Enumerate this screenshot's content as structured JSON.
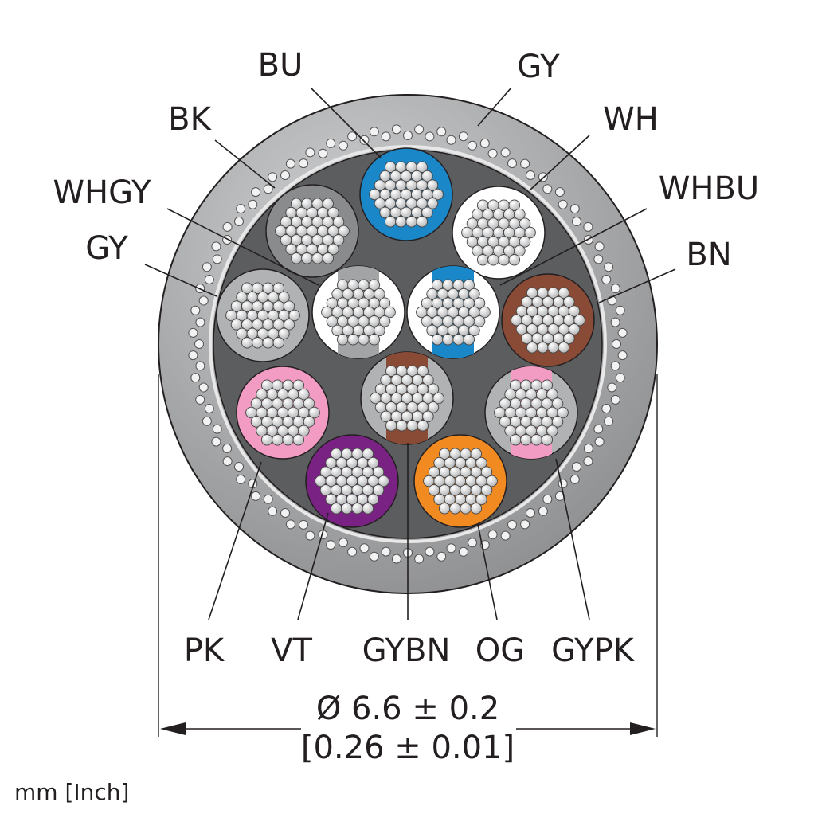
{
  "diagram": {
    "sheath_color_label": "GY",
    "cores": [
      {
        "id": "bu",
        "label": "BU",
        "fill": "#1a87c9",
        "stripe": null
      },
      {
        "id": "wh",
        "label": "WH",
        "fill": "#ffffff",
        "stripe": null
      },
      {
        "id": "whbu",
        "label": "WHBU",
        "fill": "#ffffff",
        "stripe": "#1a87c9"
      },
      {
        "id": "bn",
        "label": "BN",
        "fill": "#8a4b36",
        "stripe": null
      },
      {
        "id": "bk",
        "label": "BK",
        "fill": "#8a8b8d",
        "stripe": null
      },
      {
        "id": "whgy",
        "label": "WHGY",
        "fill": "#ffffff",
        "stripe": "#a3a4a6"
      },
      {
        "id": "gy",
        "label": "GY",
        "fill": "#b1b2b4",
        "stripe": null
      },
      {
        "id": "pk",
        "label": "PK",
        "fill": "#f29cc4",
        "stripe": null
      },
      {
        "id": "vt",
        "label": "VT",
        "fill": "#7a2283",
        "stripe": null
      },
      {
        "id": "gybn",
        "label": "GYBN",
        "fill": "#b1b2b4",
        "stripe": "#8a4b36"
      },
      {
        "id": "og",
        "label": "OG",
        "fill": "#f08a21",
        "stripe": null
      },
      {
        "id": "gypk",
        "label": "GYPK",
        "fill": "#b1b2b4",
        "stripe": "#f29cc4"
      }
    ],
    "colors": {
      "jacket": "#a7a8aa",
      "filler": "#5c5d5f",
      "strand": "#ffffff",
      "text": "#231f20"
    },
    "dimension": {
      "metric": "Ø 6.6 ± 0.2",
      "imperial": "[0.26 ± 0.01]"
    },
    "unit_note": "mm [Inch]"
  }
}
